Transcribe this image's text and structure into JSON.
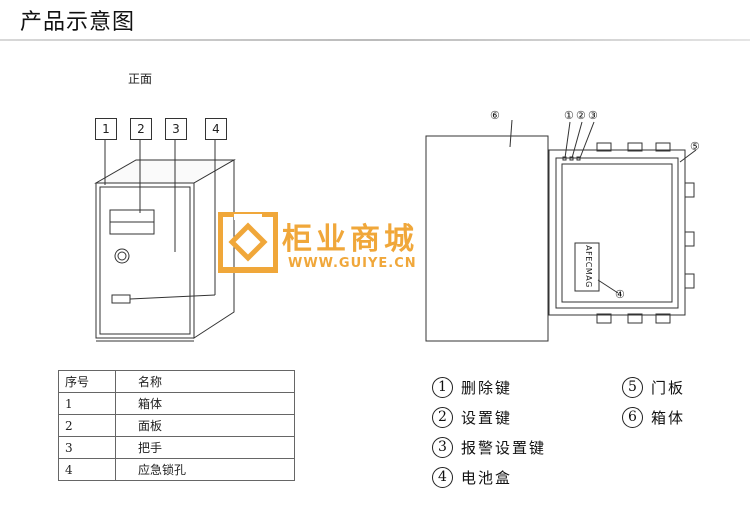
{
  "header": {
    "title": "产品示意图"
  },
  "front_view": {
    "label": "正面",
    "callouts": [
      "1",
      "2",
      "3",
      "4"
    ]
  },
  "open_view": {
    "callouts_top": [
      "①",
      "②",
      "③"
    ],
    "callout_box": "⑥",
    "callout_door": "⑤",
    "callout_battery": "④",
    "battery_label": "AFECMAG"
  },
  "parts_table": {
    "headers": [
      "序号",
      "名称"
    ],
    "rows": [
      [
        "1",
        "箱体"
      ],
      [
        "2",
        "面板"
      ],
      [
        "3",
        "把手"
      ],
      [
        "4",
        "应急锁孔"
      ]
    ]
  },
  "legend": [
    {
      "num": "1",
      "label": "删除键"
    },
    {
      "num": "2",
      "label": "设置键"
    },
    {
      "num": "3",
      "label": "报警设置键"
    },
    {
      "num": "4",
      "label": "电池盒"
    },
    {
      "num": "5",
      "label": "门板"
    },
    {
      "num": "6",
      "label": "箱体"
    }
  ],
  "watermark": {
    "cn": "柜业商城",
    "en": "WWW.GUIYE.CN"
  },
  "colors": {
    "watermark": "#f0a73a",
    "line": "#333333"
  }
}
